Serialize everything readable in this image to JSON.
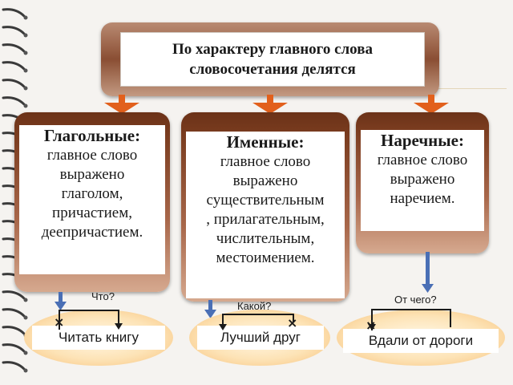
{
  "title": "По характеру главного слова\nсловосочетания делятся",
  "groups": [
    {
      "heading": "Глагольные:",
      "body": "главное слово\nвыражено\nглаголом,\nпричастием,\nдеепричастием.",
      "example": "Читать книгу",
      "question": "Что?"
    },
    {
      "heading": "Именные:",
      "body": "главное слово\nвыражено\nсуществительным\n, прилагательным,\nчислительным,\nместоимением.",
      "example": "Лучший друг",
      "question": "Какой?"
    },
    {
      "heading": "Наречные:",
      "body": "главное слово\nвыражено\nнаречием.",
      "example": "Вдали от дороги",
      "question": "От чего?"
    }
  ],
  "icons": {
    "dependent_marker": "×"
  },
  "colors": {
    "accent_orange": "#e2601c",
    "card_brown": "#7a3c1f",
    "link_blue": "#4a6fb5"
  }
}
